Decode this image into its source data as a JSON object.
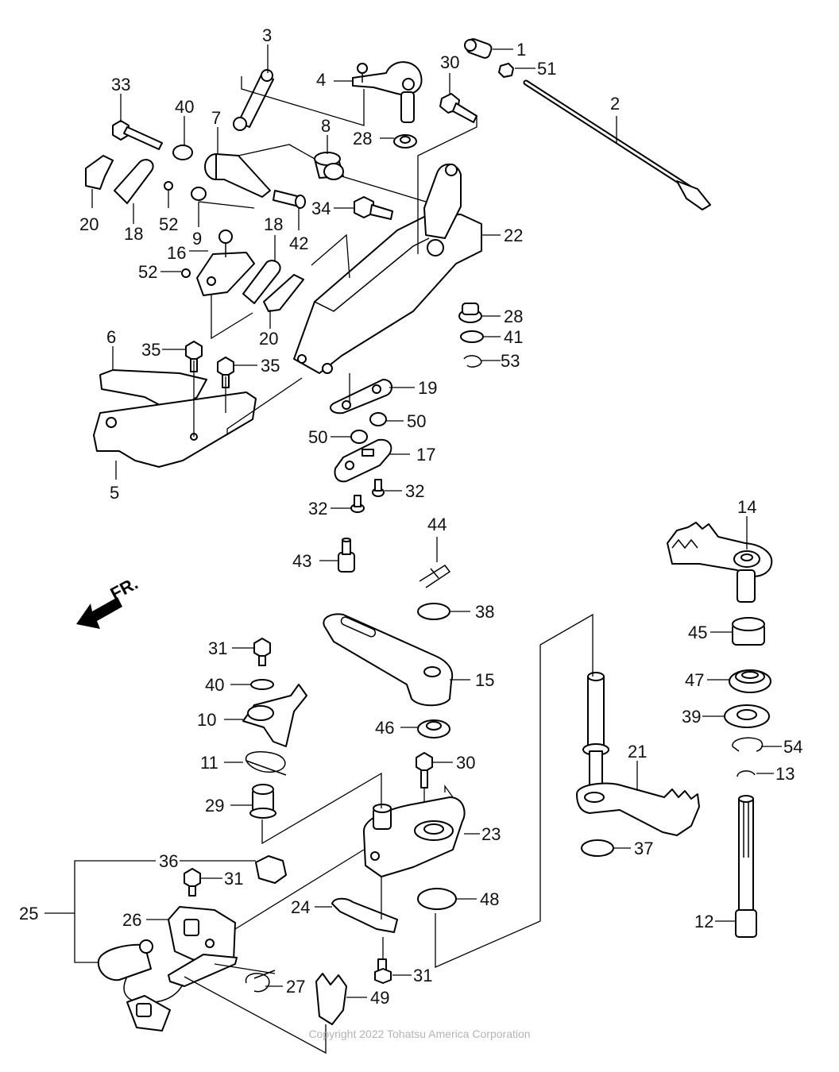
{
  "callouts": [
    "1",
    "2",
    "3",
    "4",
    "5",
    "6",
    "7",
    "8",
    "9",
    "10",
    "11",
    "12",
    "13",
    "14",
    "15",
    "16",
    "17",
    "18",
    "18",
    "19",
    "20",
    "20",
    "21",
    "22",
    "23",
    "24",
    "25",
    "26",
    "27",
    "28",
    "28",
    "29",
    "30",
    "30",
    "31",
    "31",
    "31",
    "32",
    "32",
    "33",
    "34",
    "35",
    "35",
    "36",
    "37",
    "38",
    "39",
    "40",
    "40",
    "41",
    "42",
    "43",
    "44",
    "45",
    "46",
    "47",
    "48",
    "49",
    "50",
    "50",
    "51",
    "52",
    "52",
    "53",
    "54"
  ],
  "direction_label": "FR.",
  "copyright": "Copyright 2022 Tohatsu America Corporation"
}
